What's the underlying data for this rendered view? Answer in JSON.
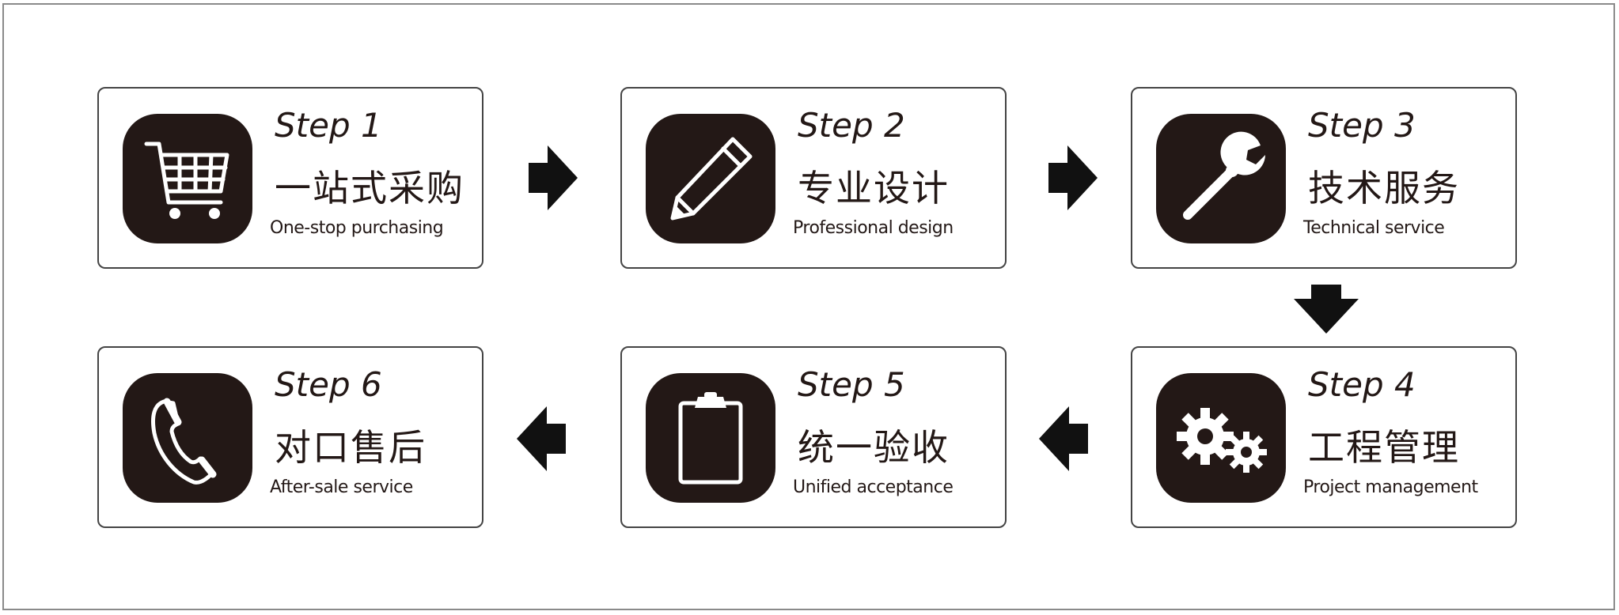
{
  "steps": [
    {
      "label": "Step 1",
      "title": "一站式采购",
      "subtitle": "One-stop purchasing",
      "icon": "shopping-cart-icon"
    },
    {
      "label": "Step 2",
      "title": "专业设计",
      "subtitle": "Professional design",
      "icon": "pencil-icon"
    },
    {
      "label": "Step 3",
      "title": "技术服务",
      "subtitle": "Technical service",
      "icon": "wrench-icon"
    },
    {
      "label": "Step 4",
      "title": "工程管理",
      "subtitle": "Project management",
      "icon": "gears-icon"
    },
    {
      "label": "Step 5",
      "title": "统一验收",
      "subtitle": "Unified acceptance",
      "icon": "clipboard-icon"
    },
    {
      "label": "Step 6",
      "title": "对口售后",
      "subtitle": "After-sale service",
      "icon": "telephone-icon"
    }
  ],
  "colors": {
    "tile": "#231816",
    "text": "#231816",
    "border": "#444444"
  }
}
